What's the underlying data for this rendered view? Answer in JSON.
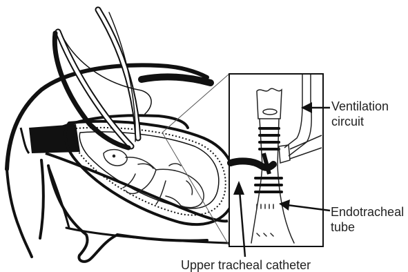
{
  "labels": {
    "ventilation_line1": "Ventilation",
    "ventilation_line2": "circuit",
    "endotracheal_line1": "Endotracheal",
    "endotracheal_line2": "tube",
    "upper_catheter": "Upper tracheal catheter"
  },
  "colors": {
    "ink": "#111111",
    "background": "#ffffff",
    "label_text": "#222222"
  }
}
